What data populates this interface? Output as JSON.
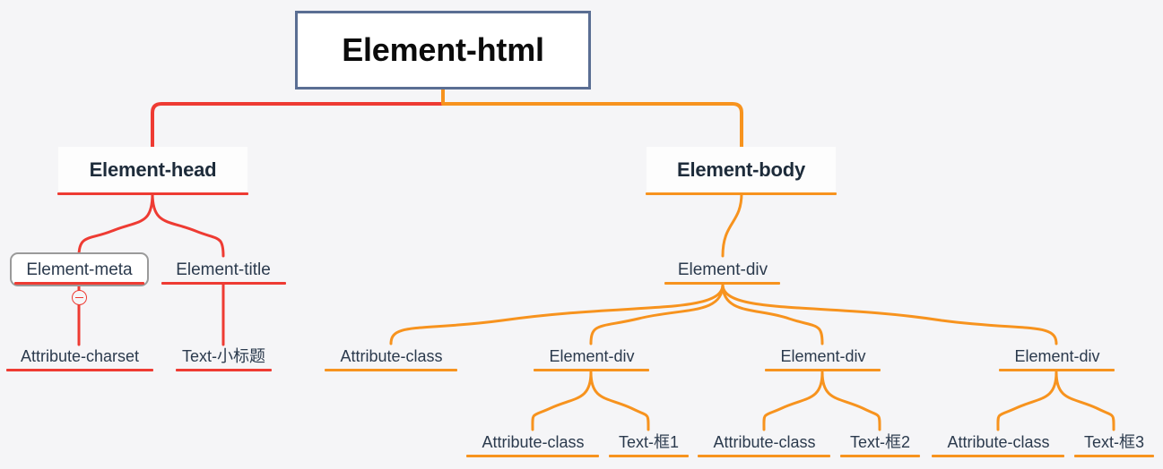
{
  "diagram": {
    "title": "Element-html",
    "type": "tree-mindmap",
    "background_color": "#f5f5f7",
    "branch_colors": {
      "head": "#ee3b33",
      "body": "#f7931e"
    },
    "root_border_color": "#5a6e93",
    "text_color": "#2b3a4d",
    "selection_border_color": "#9a9a9a"
  },
  "nodes": {
    "root": {
      "label": "Element-html"
    },
    "head": {
      "label": "Element-head"
    },
    "body": {
      "label": "Element-body"
    },
    "meta": {
      "label": "Element-meta",
      "selected": true,
      "collapse_icon": "minus-circle-icon"
    },
    "title": {
      "label": "Element-title"
    },
    "charset": {
      "label": "Attribute-charset"
    },
    "text_subtitle": {
      "label": "Text-小标题"
    },
    "div_main": {
      "label": "Element-div"
    },
    "class_main": {
      "label": "Attribute-class"
    },
    "div1": {
      "label": "Element-div"
    },
    "div2": {
      "label": "Element-div"
    },
    "div3": {
      "label": "Element-div"
    },
    "class1": {
      "label": "Attribute-class"
    },
    "text1": {
      "label": "Text-框1"
    },
    "class2": {
      "label": "Attribute-class"
    },
    "text2": {
      "label": "Text-框2"
    },
    "class3": {
      "label": "Attribute-class"
    },
    "text3": {
      "label": "Text-框3"
    }
  },
  "tree": {
    "label": "Element-html",
    "children": [
      {
        "label": "Element-head",
        "color": "#ee3b33",
        "children": [
          {
            "label": "Element-meta",
            "children": [
              {
                "label": "Attribute-charset"
              }
            ]
          },
          {
            "label": "Element-title",
            "children": [
              {
                "label": "Text-小标题"
              }
            ]
          }
        ]
      },
      {
        "label": "Element-body",
        "color": "#f7931e",
        "children": [
          {
            "label": "Element-div",
            "children": [
              {
                "label": "Attribute-class"
              },
              {
                "label": "Element-div",
                "children": [
                  {
                    "label": "Attribute-class"
                  },
                  {
                    "label": "Text-框1"
                  }
                ]
              },
              {
                "label": "Element-div",
                "children": [
                  {
                    "label": "Attribute-class"
                  },
                  {
                    "label": "Text-框2"
                  }
                ]
              },
              {
                "label": "Element-div",
                "children": [
                  {
                    "label": "Attribute-class"
                  },
                  {
                    "label": "Text-框3"
                  }
                ]
              }
            ]
          }
        ]
      }
    ]
  }
}
